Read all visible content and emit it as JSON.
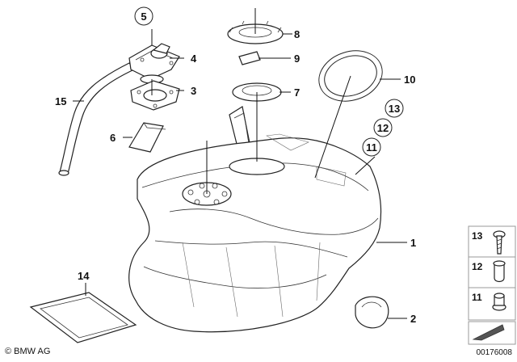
{
  "diagram": {
    "callouts": [
      {
        "id": "1",
        "label": "1"
      },
      {
        "id": "2",
        "label": "2"
      },
      {
        "id": "3",
        "label": "3"
      },
      {
        "id": "4",
        "label": "4"
      },
      {
        "id": "5",
        "label": "5"
      },
      {
        "id": "6",
        "label": "6"
      },
      {
        "id": "7",
        "label": "7"
      },
      {
        "id": "8",
        "label": "8"
      },
      {
        "id": "9",
        "label": "9"
      },
      {
        "id": "10",
        "label": "10"
      },
      {
        "id": "11",
        "label": "11"
      },
      {
        "id": "12",
        "label": "12"
      },
      {
        "id": "13",
        "label": "13"
      },
      {
        "id": "14",
        "label": "14"
      },
      {
        "id": "15",
        "label": "15"
      }
    ],
    "legend": [
      {
        "label": "13"
      },
      {
        "label": "12"
      },
      {
        "label": "11"
      }
    ]
  },
  "footer": {
    "copyright": "© BMW AG",
    "document_number": "00176008"
  }
}
